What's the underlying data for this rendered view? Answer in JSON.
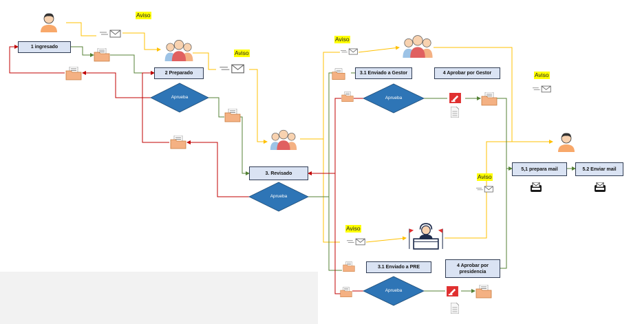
{
  "nodes": {
    "ingresado": "1 ingresado",
    "preparado": "2 Preparado",
    "revisado": "3. Revisado",
    "enviado_gestor": "3.1 Enviado a Gestor",
    "aprobar_gestor": "4 Aprobar por Gestor",
    "enviado_pre": "3.1 Enviado a PRE",
    "aprobar_presidencia": "4 Aprobar por presidencia",
    "prepara_mail": "5,1 prepara mail",
    "enviar_mail": "5.2 Enviar mail"
  },
  "decisions": {
    "d1": "Aprueba",
    "d2": "Aprueba",
    "d3": "Aprueba",
    "d4": "Aprueba"
  },
  "notices": {
    "a1": "Aviso",
    "a2": "Aviso",
    "a3": "Aviso",
    "a4": "Aviso",
    "a5": "Aviso",
    "a6": "Aviso"
  },
  "colors": {
    "node_fill": "#dae3f3",
    "diamond": "#2e75b6",
    "notice_line": "#ffc000",
    "approve_line": "#548235",
    "reject_line": "#c00000",
    "folder": "#f4b183",
    "person_skin": "#f8a86a"
  },
  "icons": [
    "person-icon",
    "group-icon",
    "mail-icon",
    "folder-icon",
    "pdf-stamp-icon",
    "document-icon",
    "judge-icon",
    "mail-tray-icon"
  ]
}
